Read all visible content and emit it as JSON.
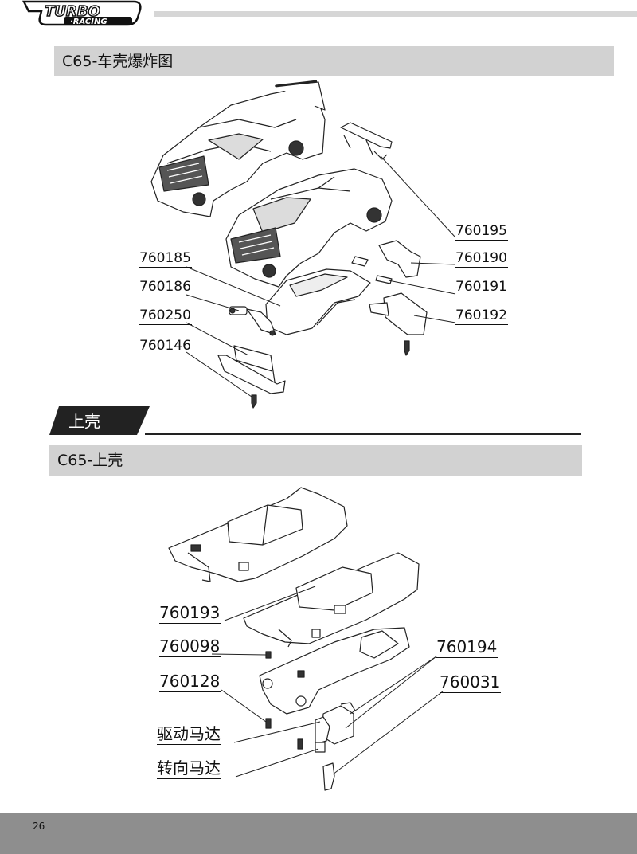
{
  "logo": {
    "word": "TURBO",
    "sub": "·RACING"
  },
  "section1": {
    "title": "C65-车壳爆炸图"
  },
  "tag": {
    "text": "上壳"
  },
  "section2": {
    "title": "C65-上壳"
  },
  "labels1": {
    "p760195": "760195",
    "p760190": "760190",
    "p760185": "760185",
    "p760191": "760191",
    "p760186": "760186",
    "p760192": "760192",
    "p760250": "760250",
    "p760146": "760146"
  },
  "labels2": {
    "p760193": "760193",
    "p760098": "760098",
    "p760194": "760194",
    "p760128": "760128",
    "p760031": "760031",
    "drive_motor": "驱动马达",
    "steer_motor": "转向马达"
  },
  "page": {
    "number": "26"
  },
  "colors": {
    "bar": "#d2d2d2",
    "footer": "#8e8e8e",
    "tag": "#222222"
  }
}
